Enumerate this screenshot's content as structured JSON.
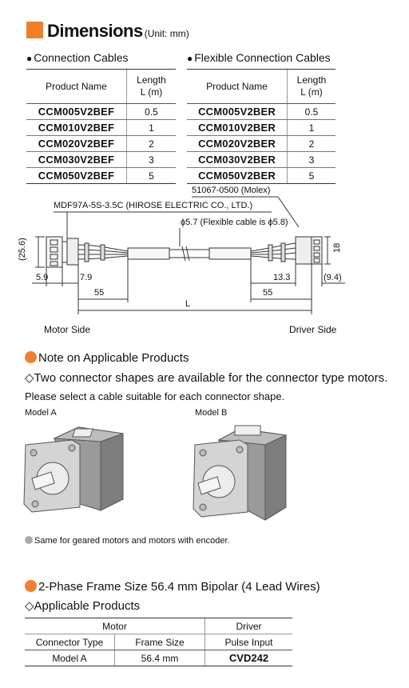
{
  "title": {
    "main": "Dimensions",
    "unit": "(Unit: mm)"
  },
  "tables": {
    "left": {
      "caption": "Connection Cables",
      "header": {
        "name": "Product Name",
        "length_1": "Length",
        "length_2": "L (m)"
      },
      "rows": [
        {
          "name": "CCM005V2BEF",
          "len": "0.5"
        },
        {
          "name": "CCM010V2BEF",
          "len": "1"
        },
        {
          "name": "CCM020V2BEF",
          "len": "2"
        },
        {
          "name": "CCM030V2BEF",
          "len": "3"
        },
        {
          "name": "CCM050V2BEF",
          "len": "5"
        }
      ]
    },
    "right": {
      "caption": "Flexible Connection Cables",
      "header": {
        "name": "Product Name",
        "length_1": "Length",
        "length_2": "L (m)"
      },
      "rows": [
        {
          "name": "CCM005V2BER",
          "len": "0.5"
        },
        {
          "name": "CCM010V2BER",
          "len": "1"
        },
        {
          "name": "CCM020V2BER",
          "len": "2"
        },
        {
          "name": "CCM030V2BER",
          "len": "3"
        },
        {
          "name": "CCM050V2BER",
          "len": "5"
        }
      ]
    }
  },
  "drawing": {
    "connector_driver": "51067-0500 (Molex)",
    "connector_motor": "MDF97A-5S-3.5C (HIROSE ELECTRIC CO., LTD.)",
    "diameter": "ϕ5.7 (Flexible cable is ϕ5.8)",
    "dim_25_6": "(25.6)",
    "dim_18": "18",
    "dim_5_9": "5.9",
    "dim_7_9": "7.9",
    "dim_13_3": "13.3",
    "dim_9_4": "(9.4)",
    "dim_55_left": "55",
    "dim_55_right": "55",
    "dim_L": "L",
    "motor_side": "Motor Side",
    "driver_side": "Driver Side"
  },
  "note": {
    "heading": "Note on Applicable Products",
    "subheading": "Two connector shapes are available for the connector type motors.",
    "text": "Please select a cable suitable for each connector shape.",
    "model_a": "Model A",
    "model_b": "Model B",
    "footnote": "Same for geared motors and motors with encoder."
  },
  "section2": {
    "heading": "2-Phase  Frame Size 56.4 mm Bipolar (4 Lead Wires)",
    "subheading": "Applicable Products",
    "table": {
      "group_motor": "Motor",
      "group_driver": "Driver",
      "col_connector": "Connector Type",
      "col_frame": "Frame Size",
      "col_pulse": "Pulse Input",
      "row": {
        "connector": "Model A",
        "frame": "56.4 mm",
        "driver": "CVD242"
      }
    }
  },
  "colors": {
    "accent": "#f07f2a",
    "footnote_dot": "#aaaaaa"
  }
}
